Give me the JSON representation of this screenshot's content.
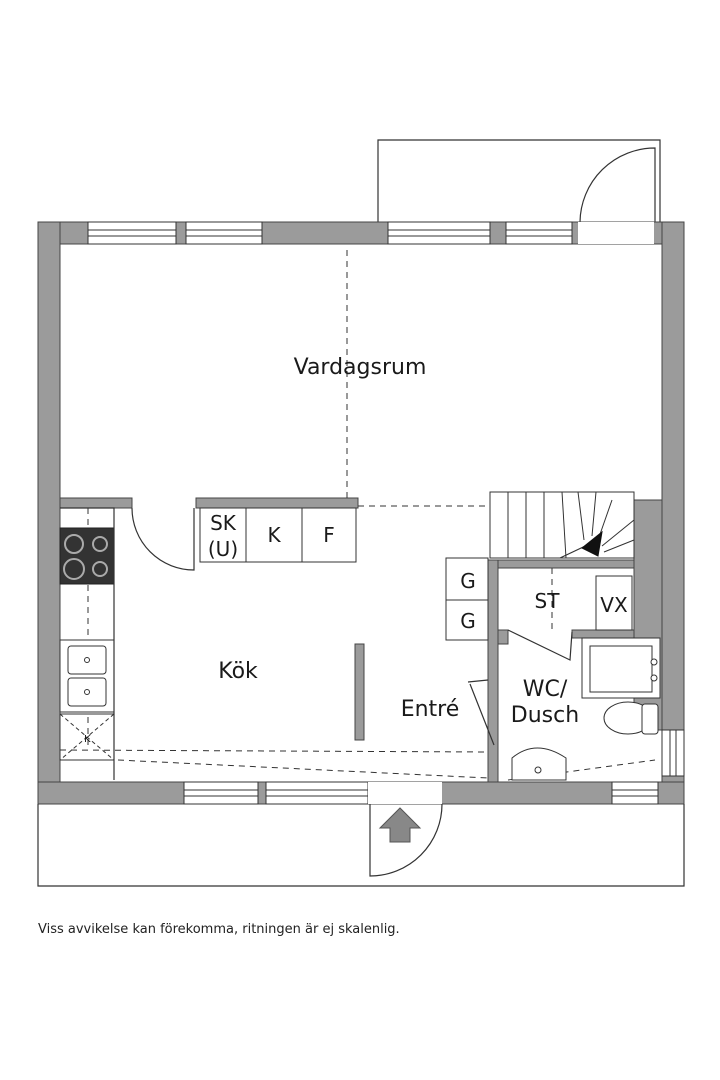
{
  "rooms": {
    "vardagsrum": "Vardagsrum",
    "kok": "Kök",
    "entre": "Entré",
    "wc_line1": "WC/",
    "wc_line2": "Dusch"
  },
  "fixtures": {
    "sk_line1": "SK",
    "sk_line2": "(U)",
    "k": "K",
    "f": "F",
    "g1": "G",
    "g2": "G",
    "st": "ST",
    "vx": "VX",
    "dishwasher": "K"
  },
  "disclaimer": "Viss avvikelse kan förekomma, ritningen är ej skalenlig.",
  "colors": {
    "wall": "#9b9b9b",
    "line": "#333333",
    "floor": "#ffffff"
  }
}
